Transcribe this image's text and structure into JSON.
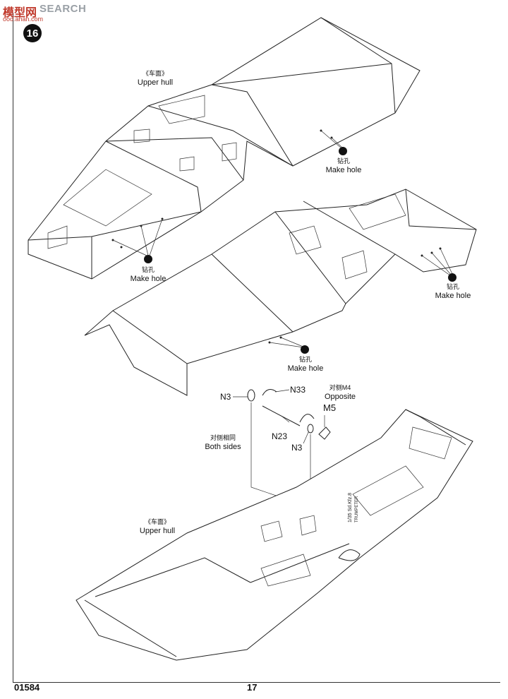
{
  "watermark": {
    "text": "SEARCH",
    "cn": "模型网",
    "url": "ooo.ahan.com"
  },
  "step_number": "16",
  "labels": {
    "upper_hull_1_cn": "《车面》",
    "upper_hull_1": "Upper hull",
    "make_hole_cn": "钻孔",
    "make_hole": "Make hole",
    "upper_hull_2_cn": "《车面》",
    "upper_hull_2": "Upper hull",
    "opposite_cn": "对侧M4",
    "opposite": "Opposite",
    "both_sides_cn": "对侧相同",
    "both_sides": "Both sides"
  },
  "parts": {
    "n3_a": "N3",
    "n33": "N33",
    "m5": "M5",
    "n23": "N23",
    "n3_b": "N3"
  },
  "hull_marking": {
    "line1": "1/35 Sd.Kfz.8",
    "line2": "TRUMPETER"
  },
  "footer": {
    "code": "01584",
    "page": "17"
  }
}
